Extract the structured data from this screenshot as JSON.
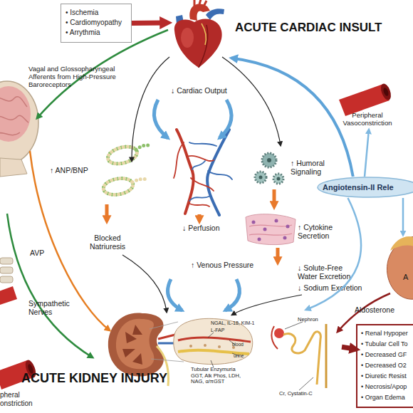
{
  "diagram": {
    "nodes": [
      {
        "text": [
          "• Ischemia",
          "• Cardiomyopathy",
          "• Arrythmia"
        ]
      },
      {
        "text": [
          "ACUTE CARDIAC INSULT"
        ]
      },
      {
        "text": [
          "Angiotensin-II Rele"
        ]
      },
      {
        "text": [
          "ACUTE KIDNEY INJURY"
        ]
      },
      {
        "text": [
          "• Renal Hypoper",
          "• Tubular Cell To",
          "• Decreased GF",
          "• Decreased O2",
          "• Diuretic Resist",
          "• Necrosis/Apop",
          "• Organ Edema"
        ]
      }
    ],
    "edges": [
      {
        "from": 0,
        "to": 1,
        "arrow": "to"
      },
      {
        "from": 2,
        "to": 1,
        "arrow": "to"
      },
      {
        "from": 2,
        "to": 3,
        "arrow": "to"
      },
      {
        "from": 3,
        "to": 4,
        "arrow": "to"
      }
    ],
    "labels": [
      "Vagal and Glossopharyngeal Afferents from High-Pressure Baroreceptors",
      "↓ Cardiac Output",
      "Peripheral Vasoconstriction",
      "↑ ANP/BNP",
      "↑ Humoral Signaling",
      "↓ Perfusion",
      "↑ Cytokine Secretion",
      "Blocked Natriuresis",
      "AVP",
      "↑ Venous Pressure",
      "↓ Solute-Free Water Excretion",
      "↓ Sodium Excretion",
      "Sympathetic Nerves",
      "Aldosterone",
      "A",
      "NGAL, IL-18, KIM-1",
      "L-FAP",
      "Nephron",
      "blood",
      "urine",
      "Tubular Enzymuria GGT, Alk Phos, LDH, NAG, α/πGST",
      "Cr, Cystatin-C",
      "pheral onstriction"
    ]
  }
}
